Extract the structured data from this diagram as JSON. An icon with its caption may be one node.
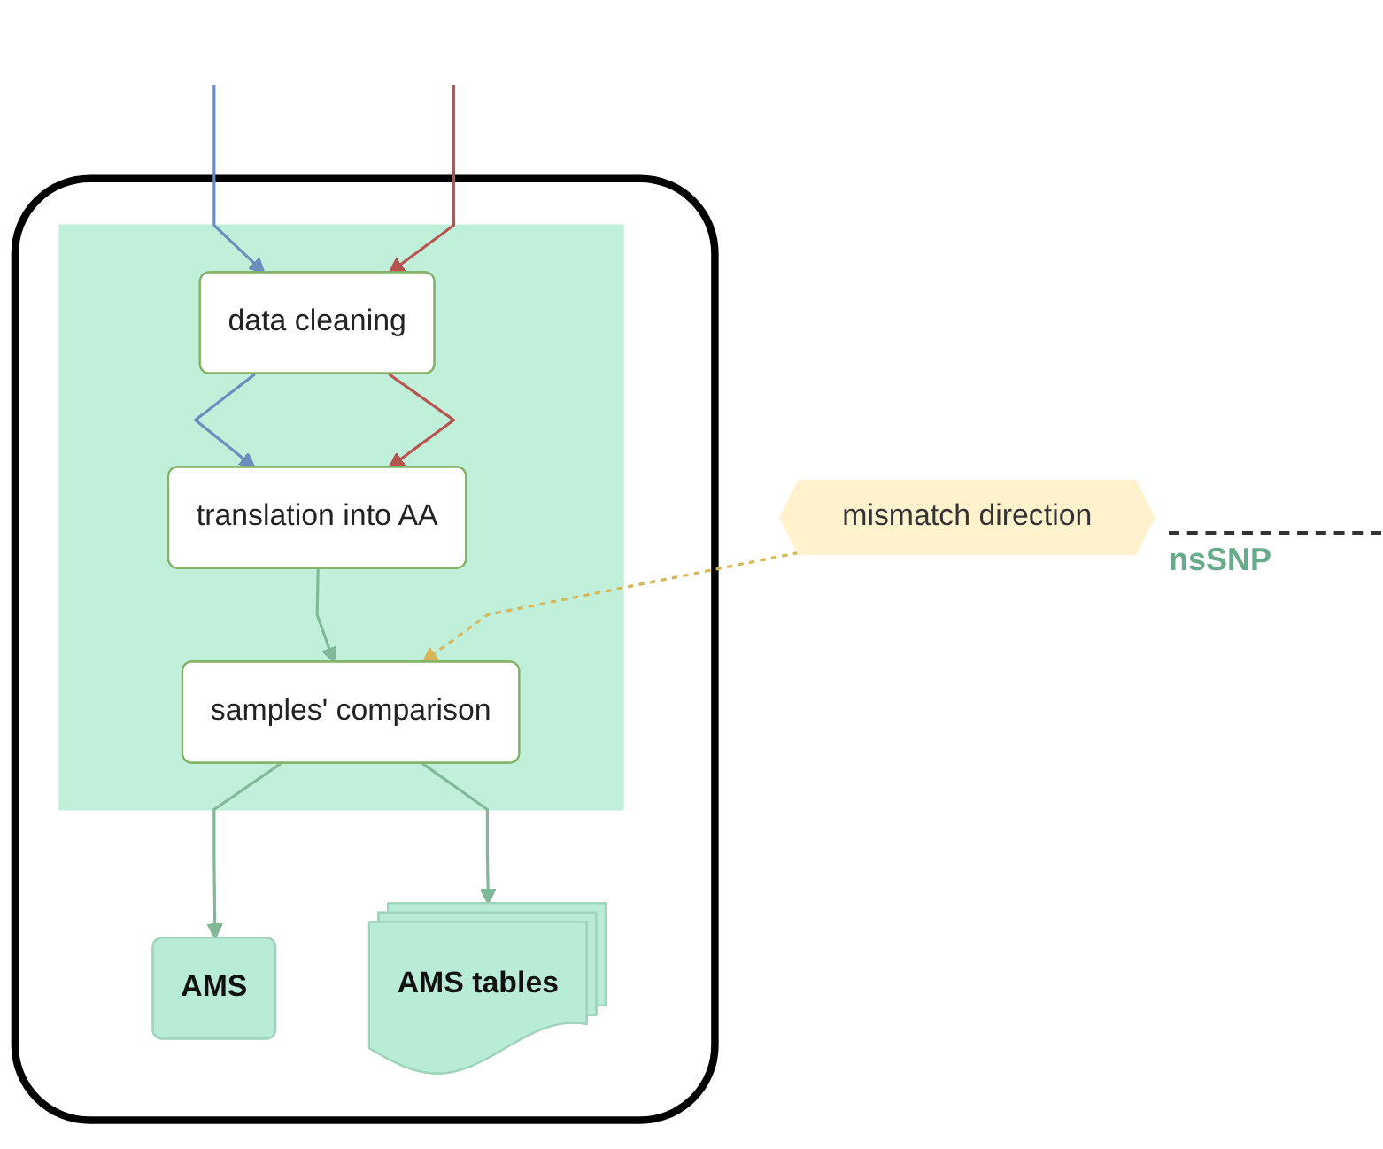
{
  "diagram": {
    "nodes": [
      {
        "text": [],
        "shape": "box"
      },
      {
        "text": [],
        "shape": "box",
        "in": 0
      },
      {
        "text": [
          "data cleaning"
        ],
        "in": 1
      },
      {
        "text": [
          "translation into AA"
        ],
        "in": 1
      },
      {
        "text": [
          "samples' comparison"
        ],
        "in": 1
      },
      {
        "text": [
          "mismatch direction"
        ]
      },
      {
        "text": [
          "AMS"
        ],
        "in": 0
      },
      {
        "text": [
          "AMS tables"
        ],
        "in": 0
      }
    ],
    "edges": [
      {
        "from": null,
        "to": 2,
        "arrow": "to",
        "color": "#6c8ebf"
      },
      {
        "from": null,
        "to": 2,
        "arrow": "to",
        "color": "#b85450"
      },
      {
        "from": 2,
        "to": 3,
        "arrow": "to",
        "color": "#6c8ebf"
      },
      {
        "from": 2,
        "to": 3,
        "arrow": "to",
        "color": "#b85450"
      },
      {
        "from": 3,
        "to": 4,
        "arrow": "to"
      },
      {
        "from": 5,
        "to": 4,
        "arrow": "to",
        "style": "dashed",
        "color": "#d6b656"
      },
      {
        "from": 4,
        "to": 6,
        "arrow": "to"
      },
      {
        "from": 4,
        "to": 7,
        "arrow": "to"
      }
    ],
    "labels": [
      "nsSNP"
    ]
  }
}
